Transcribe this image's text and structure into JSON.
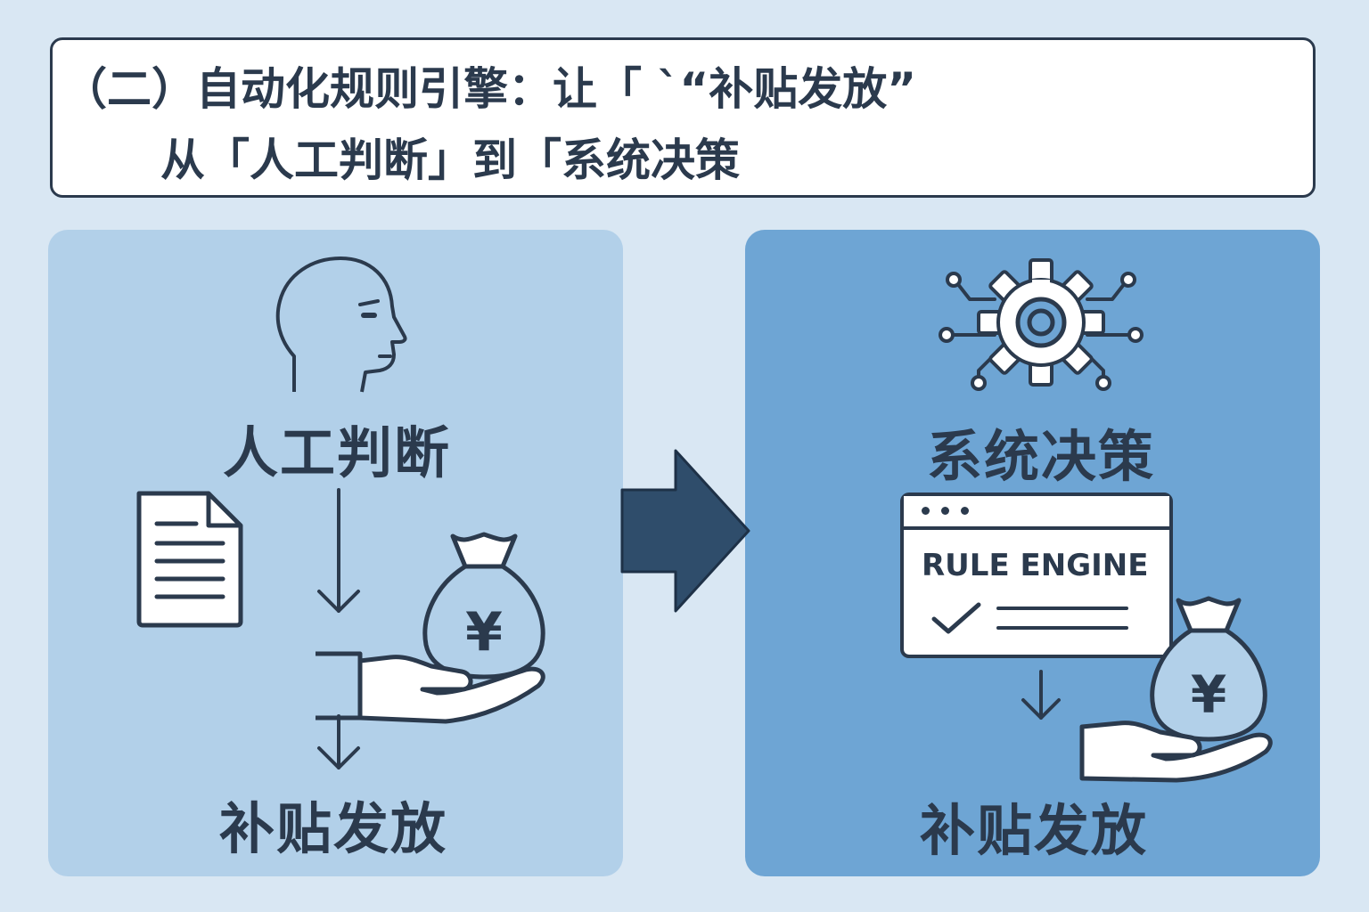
{
  "header": {
    "title_line1": "（二）自动化规则引擎：让「 ˋ“补贴发放”",
    "title_line2": "从「人工判断」到「系统决策"
  },
  "left_panel": {
    "title": "人工判断",
    "bottom": "补贴发放",
    "icons": [
      "head-icon",
      "document-icon",
      "down-arrow-icon",
      "money-bag-icon",
      "hand-icon"
    ],
    "bag_symbol": "¥"
  },
  "right_panel": {
    "title": "系统决策",
    "bottom": "补贴发放",
    "window_label": "RULE ENGINE",
    "icons": [
      "gear-circuit-icon",
      "window-icon",
      "checkmark-icon",
      "down-arrow-icon",
      "money-bag-icon",
      "hand-icon"
    ],
    "bag_symbol": "¥"
  },
  "colors": {
    "background": "#d9e7f3",
    "left_panel": "#b2d0e9",
    "right_panel": "#6ea5d4",
    "ink": "#2b3a4d",
    "arrow": "#2f4d6b"
  }
}
